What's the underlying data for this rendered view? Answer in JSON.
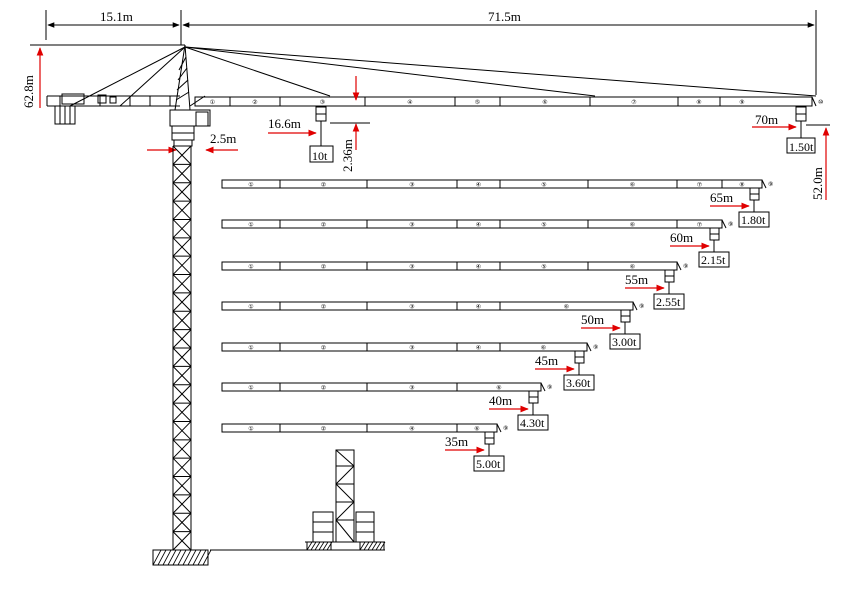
{
  "colors": {
    "line": "#000000",
    "dimension": "#e00000",
    "background": "#ffffff"
  },
  "top_dimensions": {
    "counter_jib_length": "15.1m",
    "jib_length": "71.5m",
    "tower_height": "62.8m",
    "hook_height": "52.0m",
    "trolley_min_radius": "16.6m",
    "jib_section_height": "2.36m",
    "tower_offset": "2.5m",
    "max_load": "10t"
  },
  "main_jib": {
    "radius": "70m",
    "tip_load": "1.50t",
    "segments": [
      "①",
      "②",
      "③",
      "④",
      "⑤",
      "⑥",
      "⑦",
      "⑧",
      "⑨",
      "⑩"
    ]
  },
  "jib_configs": [
    {
      "radius": "65m",
      "tip_load": "1.80t",
      "segments": [
        "①",
        "②",
        "③",
        "④",
        "⑤",
        "⑥",
        "⑦",
        "⑧",
        "⑨"
      ]
    },
    {
      "radius": "60m",
      "tip_load": "2.15t",
      "segments": [
        "①",
        "②",
        "③",
        "④",
        "⑤",
        "⑥",
        "⑦",
        "⑨"
      ]
    },
    {
      "radius": "55m",
      "tip_load": "2.55t",
      "segments": [
        "①",
        "②",
        "③",
        "④",
        "⑤",
        "⑥",
        "⑨"
      ]
    },
    {
      "radius": "50m",
      "tip_load": "3.00t",
      "segments": [
        "①",
        "②",
        "③",
        "④",
        "⑥",
        "⑨"
      ]
    },
    {
      "radius": "45m",
      "tip_load": "3.60t",
      "segments": [
        "①",
        "②",
        "③",
        "④",
        "⑥",
        "⑨"
      ]
    },
    {
      "radius": "40m",
      "tip_load": "4.30t",
      "segments": [
        "①",
        "②",
        "③",
        "⑥",
        "⑨"
      ]
    },
    {
      "radius": "35m",
      "tip_load": "5.00t",
      "segments": [
        "①",
        "②",
        "④",
        "⑥",
        "⑨"
      ]
    }
  ]
}
